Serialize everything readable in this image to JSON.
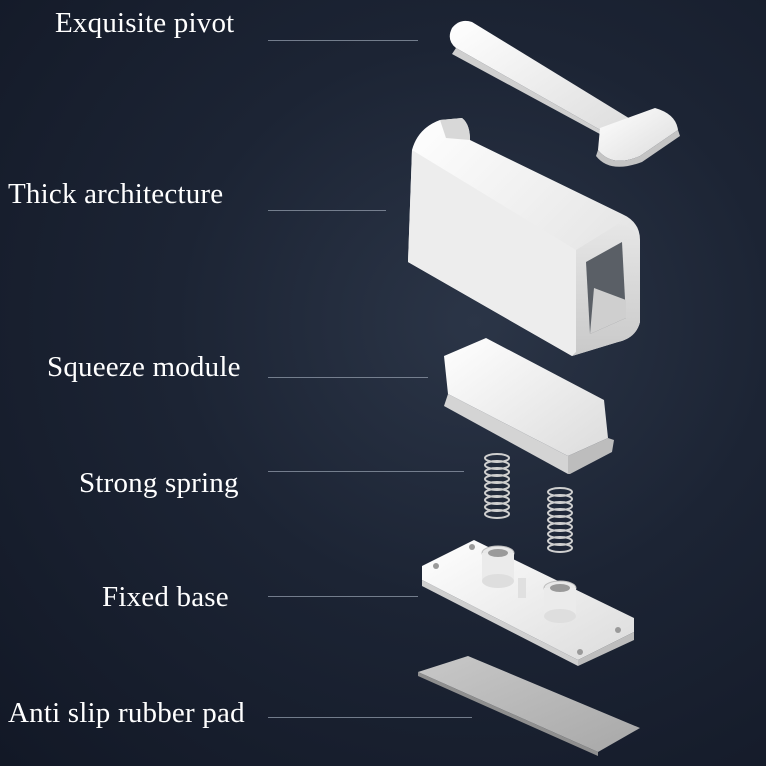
{
  "labels": {
    "pivot": "Exquisite pivot",
    "architecture": "Thick architecture",
    "squeeze": "Squeeze module",
    "spring": "Strong spring",
    "base": "Fixed base",
    "pad": "Anti slip rubber pad"
  },
  "colors": {
    "background": "#1c2434",
    "part_white": "#f2f2f2",
    "rubber_pad": "#b8b8b8",
    "leader_line": "#8a93a3",
    "label_text": "#ffffff"
  }
}
